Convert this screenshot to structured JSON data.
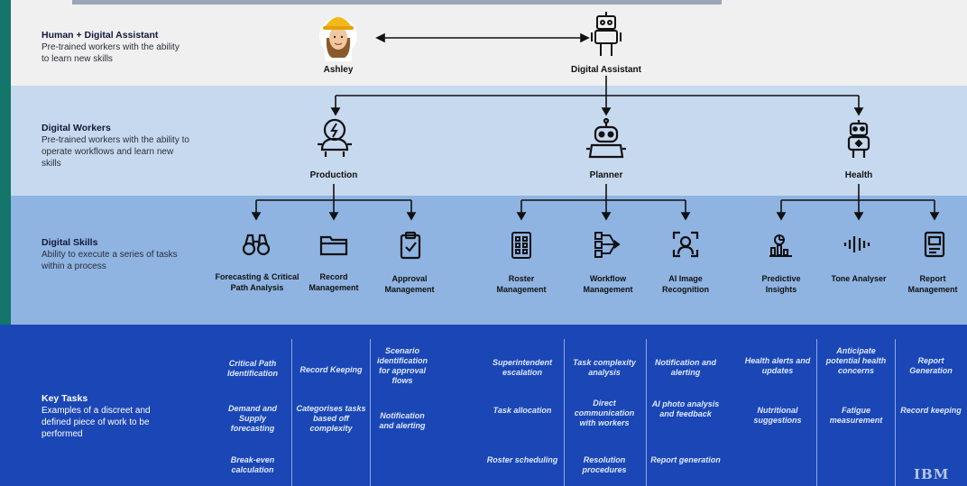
{
  "rows": {
    "human": {
      "title": "Human + Digital Assistant",
      "desc": "Pre-trained workers with the ability to learn new skills"
    },
    "workers": {
      "title": "Digital Workers",
      "desc": "Pre-trained workers with the ability to operate workflows and learn new skills"
    },
    "skills": {
      "title": "Digital Skills",
      "desc": "Ability to execute a series of tasks within a process"
    },
    "tasks": {
      "title": "Key Tasks",
      "desc": "Examples of a discreet and defined piece of work to be performed"
    }
  },
  "top": {
    "human_name": "Ashley",
    "assistant_name": "Digital Assistant"
  },
  "workers": [
    {
      "label": "Production",
      "icon": "robot-bolt-icon"
    },
    {
      "label": "Planner",
      "icon": "robot-icon"
    },
    {
      "label": "Health",
      "icon": "robot-health-icon"
    }
  ],
  "skills": [
    {
      "label": "Forecasting & Critical Path Analysis",
      "icon": "binoculars-icon"
    },
    {
      "label": "Record Management",
      "icon": "folder-icon"
    },
    {
      "label": "Approval Management",
      "icon": "clipboard-check-icon"
    },
    {
      "label": "Roster Management",
      "icon": "roster-grid-icon"
    },
    {
      "label": "Workflow Management",
      "icon": "workflow-icon"
    },
    {
      "label": "AI Image Recognition",
      "icon": "face-scan-icon"
    },
    {
      "label": "Predictive Insights",
      "icon": "insights-chart-icon"
    },
    {
      "label": "Tone Analyser",
      "icon": "tone-wave-icon"
    },
    {
      "label": "Report Management",
      "icon": "report-icon"
    }
  ],
  "tasks": [
    [
      "Critical Path Identification",
      "Demand and Supply forecasting",
      "Break-even calculation"
    ],
    [
      "Record Keeping",
      "Categorises tasks based off complexity"
    ],
    [
      "Scenario identification for approval flows",
      "Notification and alerting"
    ],
    [
      "Superintendent escalation",
      "Task allocation",
      "Roster scheduling"
    ],
    [
      "Task complexity analysis",
      "Direct communication with workers",
      "Resolution procedures"
    ],
    [
      "Notification and alerting",
      "AI photo analysis and feedback",
      "Report generation"
    ],
    [
      "Health alerts and updates",
      "Nutritional suggestions"
    ],
    [
      "Anticipate potential health concerns",
      "Fatigue measurement"
    ],
    [
      "Report Generation",
      "Record keeping"
    ]
  ],
  "brand": "IBM",
  "colors": {
    "band1": "#f0f0f0",
    "band2": "#c7d9ee",
    "band3": "#8fb4e2",
    "band4": "#1a47b5",
    "accent": "#14756a"
  }
}
